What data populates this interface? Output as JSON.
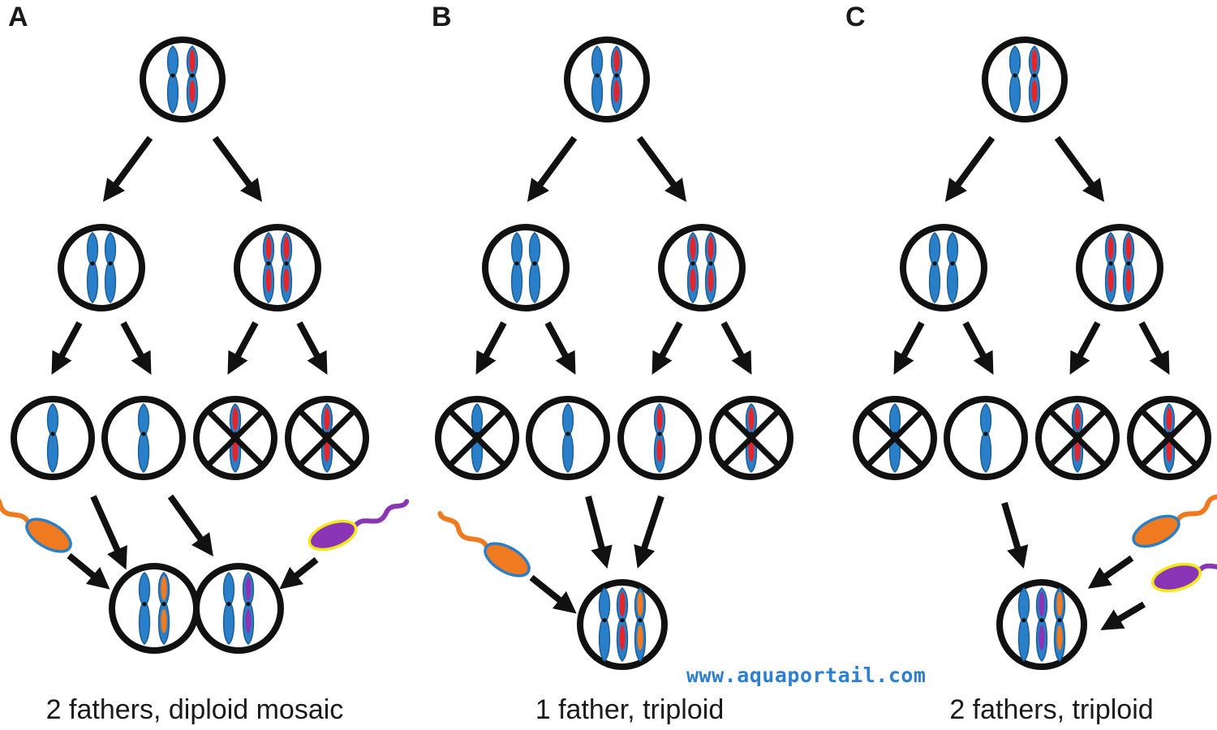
{
  "panels": [
    {
      "id": "A",
      "letter": "A",
      "caption": "2 fathers, diploid mosaic",
      "gametes": [
        "blue",
        "blue",
        "red",
        "red"
      ],
      "crossed": [
        false,
        false,
        true,
        true
      ],
      "sperm": [
        "orange",
        "purple"
      ],
      "zygote": [
        [
          "blue",
          "orange"
        ],
        [
          "blue",
          "purple"
        ]
      ]
    },
    {
      "id": "B",
      "letter": "B",
      "caption": "1 father, triploid",
      "gametes": [
        "blue",
        "blue",
        "red",
        "red"
      ],
      "crossed": [
        true,
        false,
        false,
        true
      ],
      "sperm": [
        "orange"
      ],
      "zygote": [
        [
          "blue",
          "red",
          "orange"
        ]
      ]
    },
    {
      "id": "C",
      "letter": "C",
      "caption": "2 fathers, triploid",
      "gametes": [
        "blue",
        "blue",
        "red",
        "red"
      ],
      "crossed": [
        true,
        false,
        true,
        true
      ],
      "sperm": [
        "orange",
        "purple"
      ],
      "zygote": [
        [
          "blue",
          "purple",
          "orange"
        ]
      ]
    }
  ],
  "watermark": "www.aquaportail.com",
  "colors": {
    "chromosome_blue": "#2a7fc9",
    "maternal_red": "#e3262c",
    "paternal_orange": "#f07a1f",
    "paternal_purple": "#8a35b5",
    "sperm_outline_blue": "#2a7fc9",
    "sperm_outline_yellow": "#f2e81a",
    "line": "#111111"
  }
}
